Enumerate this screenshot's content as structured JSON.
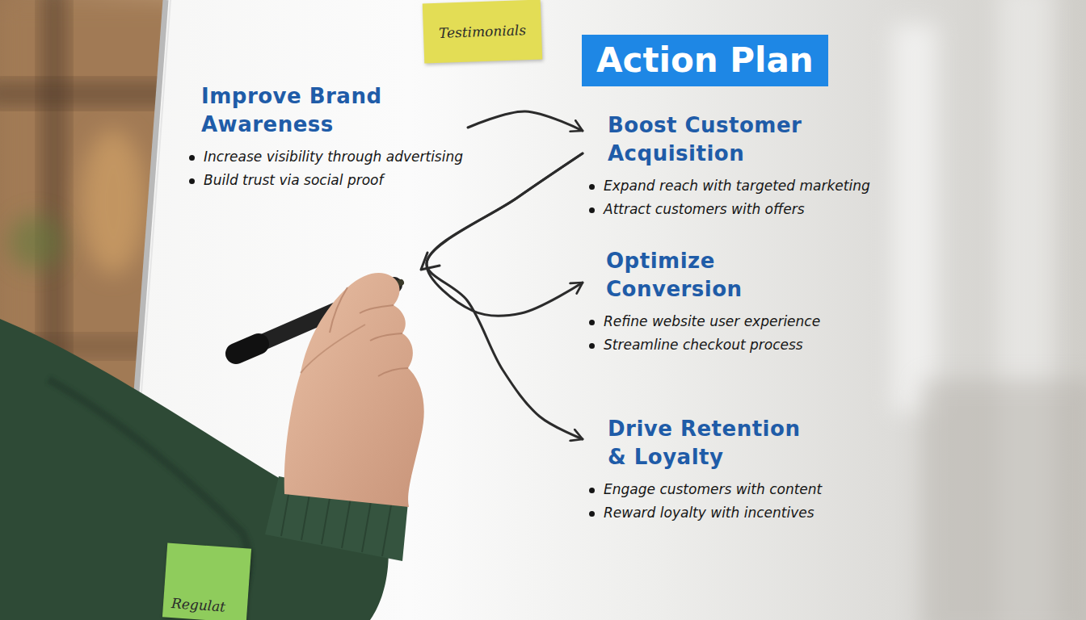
{
  "diagram": {
    "title": "Action Plan",
    "nodes": [
      {
        "text": [
          "Testimonials"
        ]
      },
      {
        "text": [
          "Improve Brand Awareness",
          "Increase visibility through advertising",
          "Build trust via social proof"
        ]
      },
      {
        "text": [
          "Boost Customer Acquisition",
          "Expand reach with targeted marketing",
          "Attract customers with offers"
        ]
      },
      {
        "text": [
          "Optimize Conversion",
          "Refine website user experience",
          "Streamline checkout process"
        ]
      },
      {
        "text": [
          "Drive Retention & Loyalty",
          "Engage customers with content",
          "Reward loyalty with incentives"
        ]
      },
      {
        "text": [
          "Regulat"
        ]
      }
    ],
    "edges": [
      {
        "from": 1,
        "to": 2,
        "arrow": "to"
      },
      {
        "from": 2,
        "to": 3,
        "arrow": "to"
      },
      {
        "from": 2,
        "to": 4,
        "arrow": "to"
      }
    ]
  }
}
